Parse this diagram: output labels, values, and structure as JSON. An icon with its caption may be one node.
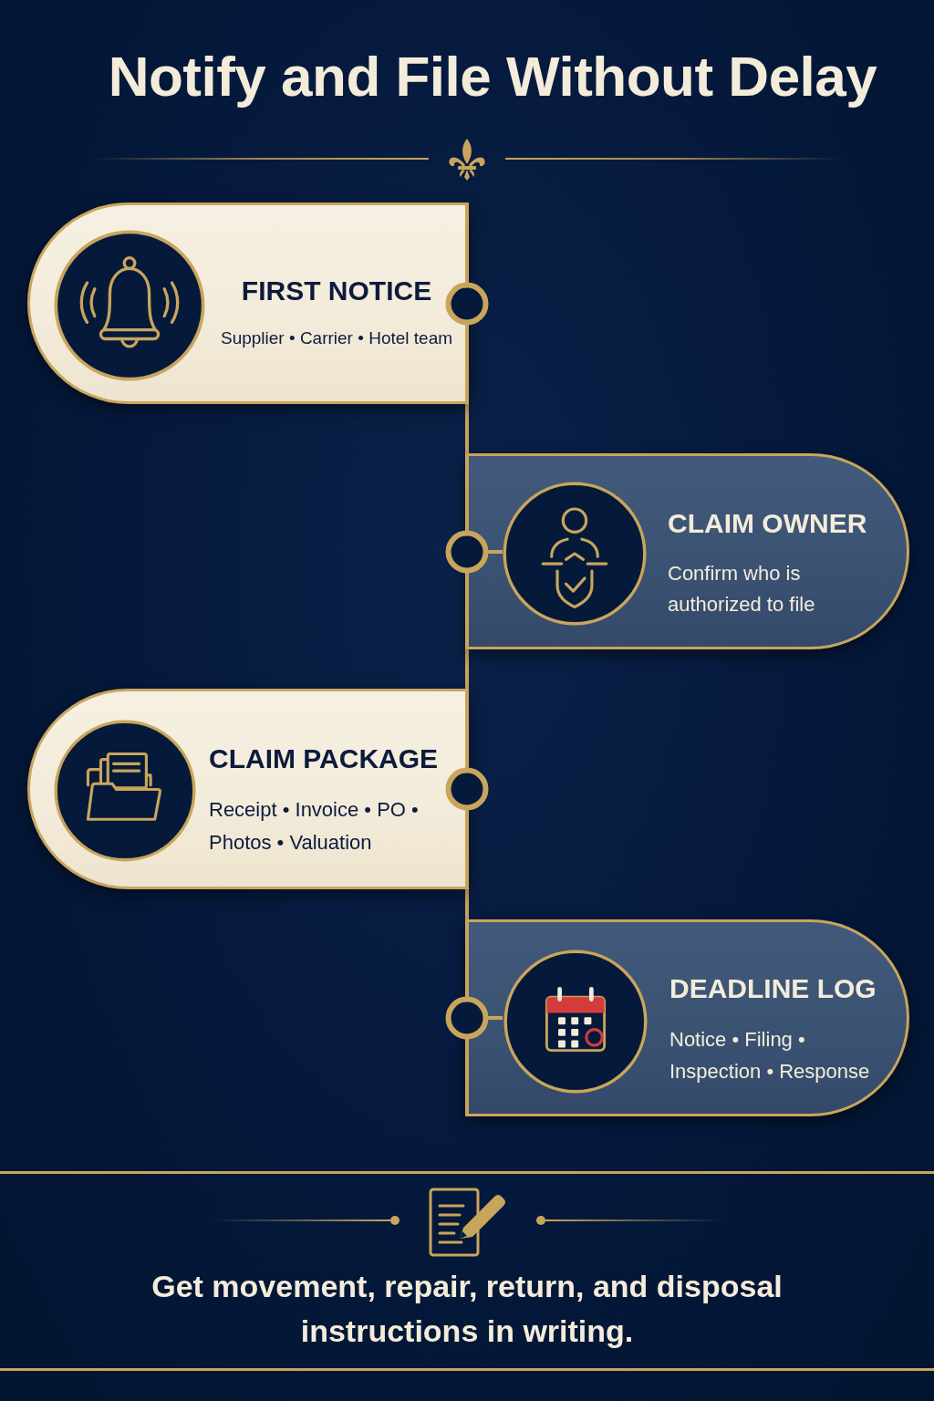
{
  "diagram": {
    "title": "Notify and File Without Delay",
    "nodes": [
      {
        "text": [
          "FIRST NOTICE",
          "Supplier • Carrier • Hotel team"
        ]
      },
      {
        "text": [
          "CLAIM OWNER",
          "Confirm who is authorized to file"
        ]
      },
      {
        "text": [
          "CLAIM PACKAGE",
          "Receipt • Invoice • PO • Photos • Valuation"
        ]
      },
      {
        "text": [
          "DEADLINE LOG",
          "Notice • Filing • Inspection • Response"
        ]
      }
    ],
    "edges": [
      {
        "from": 0,
        "to": 1,
        "arrow": "none"
      },
      {
        "from": 1,
        "to": 2,
        "arrow": "none"
      },
      {
        "from": 2,
        "to": 3,
        "arrow": "none"
      }
    ],
    "labels": [
      "Get movement, repair, return, and disposal instructions in writing."
    ]
  }
}
